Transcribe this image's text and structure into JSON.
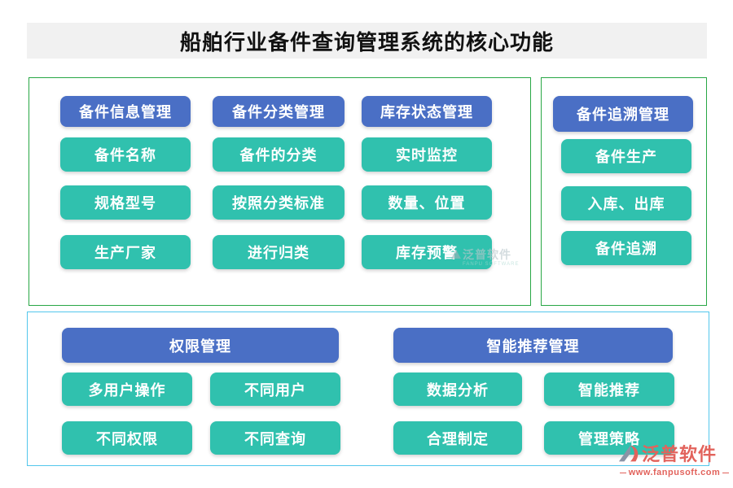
{
  "title": "船舶行业备件查询管理系统的核心功能",
  "colors": {
    "header_blue": "#4A6FC5",
    "item_teal": "#30C1AE",
    "top_panel_border_green": "#28A745",
    "bottom_panel_border_blue": "#53C7EC",
    "title_bar_bg": "#F1F1F1",
    "watermark_coral": "#E2635C"
  },
  "panels": {
    "top_left": {
      "columns": [
        {
          "header": "备件信息管理",
          "items": [
            "备件名称",
            "规格型号",
            "生产厂家"
          ]
        },
        {
          "header": "备件分类管理",
          "items": [
            "备件的分类",
            "按照分类标准",
            "进行归类"
          ]
        },
        {
          "header": "库存状态管理",
          "items": [
            "实时监控",
            "数量、位置",
            "库存预警"
          ]
        }
      ]
    },
    "top_right": {
      "header": "备件追溯管理",
      "items": [
        "备件生产",
        "入库、出库",
        "备件追溯"
      ]
    },
    "bottom": {
      "sections": [
        {
          "header": "权限管理",
          "items": [
            "多用户操作",
            "不同用户",
            "不同权限",
            "不同查询"
          ]
        },
        {
          "header": "智能推荐管理",
          "items": [
            "数据分析",
            "智能推荐",
            "合理制定",
            "管理策略"
          ]
        }
      ]
    }
  },
  "watermark": {
    "brand": "泛普软件",
    "url": "www.fanpusoft.com"
  },
  "watermark_faint": {
    "brand": "泛普软件",
    "subtext": "FANPU SOFTWARE"
  }
}
